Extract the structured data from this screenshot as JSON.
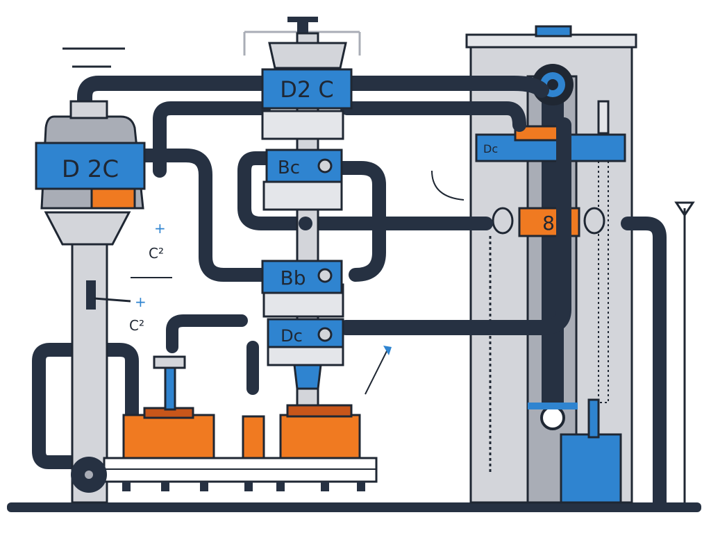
{
  "colors": {
    "background": "#ffffff",
    "outline": "#1f2733",
    "pipe": "#263142",
    "metal_light": "#d3d5da",
    "metal_mid": "#a9adb6",
    "blue": "#2f84d0",
    "orange": "#f07a21",
    "orange_dark": "#c8561a"
  },
  "labels": {
    "left_tank": "D 2C",
    "top_valve": "D2 C",
    "upper_valve": "Bc",
    "middle_valve": "Bb",
    "lower_valve": "Dc",
    "tower_panel": "Dc",
    "tower_gauge": "8",
    "left_note_top": "C²",
    "left_note_bottom": "C²",
    "plus_top": "+",
    "plus_bottom": "+"
  }
}
